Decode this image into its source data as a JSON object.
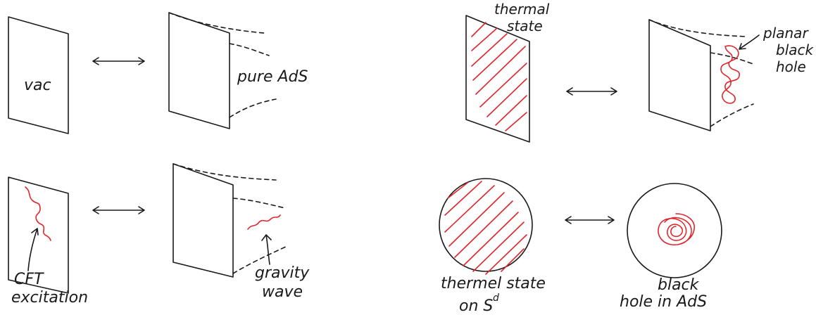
{
  "colors": {
    "ink": "#1a1a1a",
    "accent_red": "#e0262c",
    "background": "#ffffff"
  },
  "labels": {
    "vac": "vac",
    "pure_ads": "pure AdS",
    "cft_excitation_1": "CFT",
    "cft_excitation_2": "excitation",
    "gravity_wave_1": "gravity",
    "gravity_wave_2": "wave",
    "thermal_state_1": "thermal",
    "thermal_state_2": "state",
    "planar_black_hole_1": "planar",
    "planar_black_hole_2": "black",
    "planar_black_hole_3": "hole",
    "thermel_state_sd_1": "thermel state",
    "thermel_state_sd_2": "on S",
    "thermel_state_sd_sup": "d",
    "black_hole_ads_1": "black",
    "black_hole_ads_2": "hole in AdS"
  },
  "icons": {
    "correspondence_arrow": "double-headed-arrow-icon"
  }
}
